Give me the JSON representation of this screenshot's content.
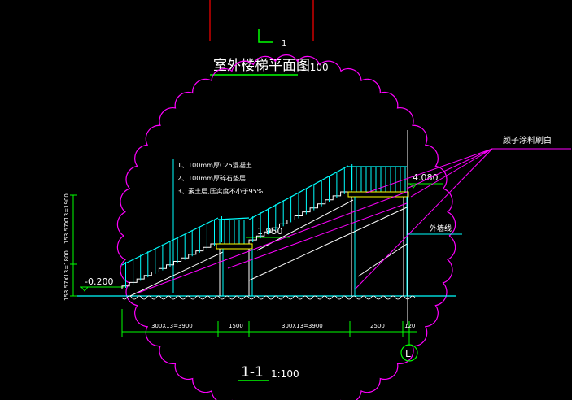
{
  "drawing": {
    "top_marker_number": "1",
    "title": "室外楼梯平面图",
    "title_scale": "1:100",
    "notes": [
      "1、100mm厚C25混凝土",
      "2、100mm厚碎石垫层",
      "3、素土层,压实度不小于95%"
    ],
    "elev_top": "4.080",
    "elev_landing": "1.950",
    "elev_ground": "-0.200",
    "callout_paint": "颜子涂料刷白",
    "callout_wall": "外墙线",
    "vertical_dim_upper": "153.57X13=1900",
    "vertical_dim_lower": "153.57X13=1800",
    "dims_bottom": [
      "300X13=3900",
      "1500",
      "300X13=3900",
      "2500",
      "120"
    ],
    "axis_label": "L",
    "section_title": "1-1",
    "section_scale": "1:100"
  },
  "colors": {
    "background": "#000000",
    "cyan": "#00ffff",
    "green": "#00ff00",
    "magenta": "#ff00ff",
    "white": "#ffffff",
    "yellow": "#ffff00",
    "red": "#ff0000"
  }
}
